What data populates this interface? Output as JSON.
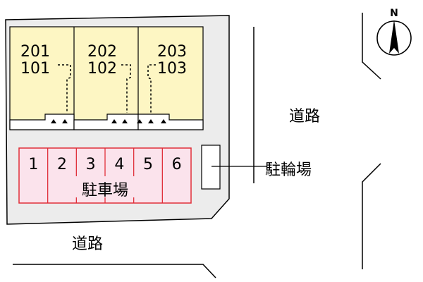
{
  "units": [
    {
      "upper": "201",
      "lower": "101"
    },
    {
      "upper": "202",
      "lower": "102"
    },
    {
      "upper": "203",
      "lower": "103"
    }
  ],
  "parking": {
    "label": "駐車場",
    "spaces": [
      "1",
      "2",
      "3",
      "4",
      "5",
      "6"
    ]
  },
  "bicycle_parking": {
    "label": "駐輪場"
  },
  "roads": {
    "east": "道路",
    "south": "道路"
  },
  "compass": {
    "north": "N"
  },
  "colors": {
    "lot": "#ececec",
    "building": "#fdf6c3",
    "parking_fill": "#fbe3ec",
    "parking_stroke": "#e0303a",
    "outline": "#000000"
  }
}
